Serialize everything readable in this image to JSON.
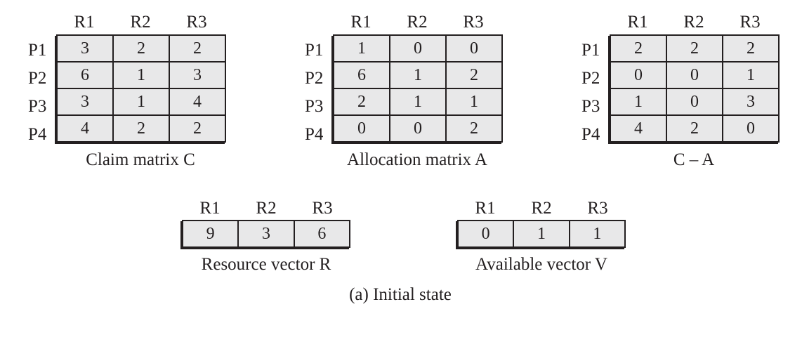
{
  "matrices": [
    {
      "caption": "Claim matrix C",
      "columns": [
        "R1",
        "R2",
        "R3"
      ],
      "rows": [
        "P1",
        "P2",
        "P3",
        "P4"
      ],
      "values": [
        [
          "3",
          "2",
          "2"
        ],
        [
          "6",
          "1",
          "3"
        ],
        [
          "3",
          "1",
          "4"
        ],
        [
          "4",
          "2",
          "2"
        ]
      ]
    },
    {
      "caption": "Allocation matrix A",
      "columns": [
        "R1",
        "R2",
        "R3"
      ],
      "rows": [
        "P1",
        "P2",
        "P3",
        "P4"
      ],
      "values": [
        [
          "1",
          "0",
          "0"
        ],
        [
          "6",
          "1",
          "2"
        ],
        [
          "2",
          "1",
          "1"
        ],
        [
          "0",
          "0",
          "2"
        ]
      ]
    },
    {
      "caption": "C – A",
      "columns": [
        "R1",
        "R2",
        "R3"
      ],
      "rows": [
        "P1",
        "P2",
        "P3",
        "P4"
      ],
      "values": [
        [
          "2",
          "2",
          "2"
        ],
        [
          "0",
          "0",
          "1"
        ],
        [
          "1",
          "0",
          "3"
        ],
        [
          "4",
          "2",
          "0"
        ]
      ]
    }
  ],
  "vectors": [
    {
      "caption": "Resource vector R",
      "columns": [
        "R1",
        "R2",
        "R3"
      ],
      "values": [
        "9",
        "3",
        "6"
      ]
    },
    {
      "caption": "Available vector V",
      "columns": [
        "R1",
        "R2",
        "R3"
      ],
      "values": [
        "0",
        "1",
        "1"
      ]
    }
  ],
  "figure_caption": "(a) Initial state"
}
